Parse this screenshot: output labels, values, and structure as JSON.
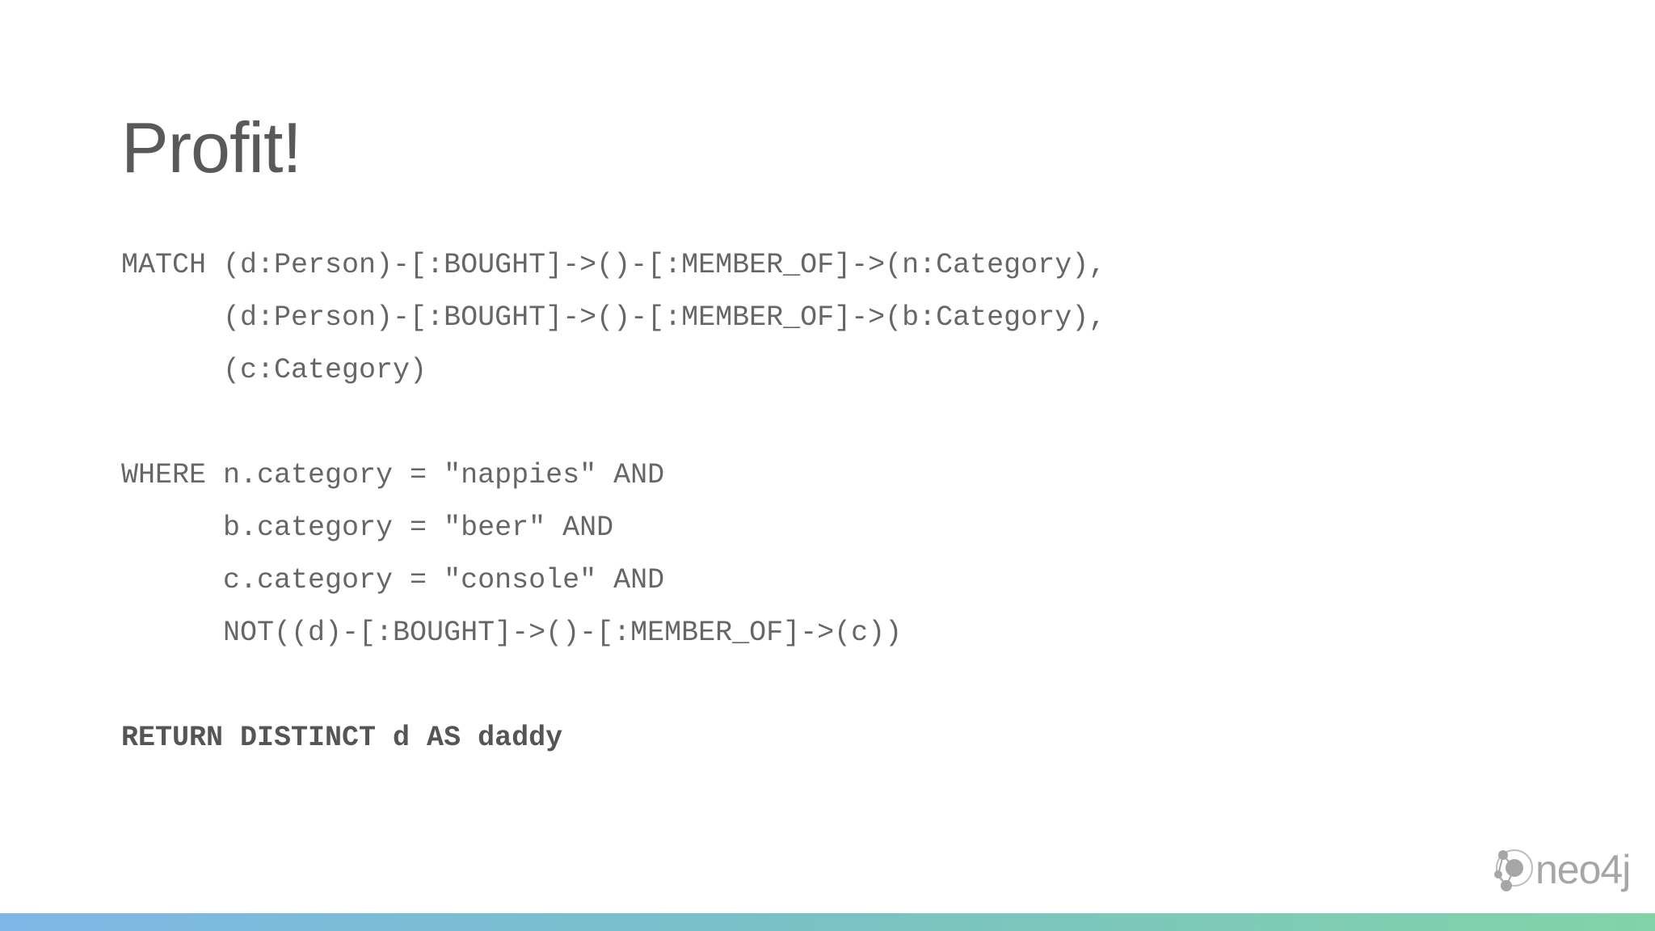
{
  "slide": {
    "title": "Profit!",
    "code": {
      "match": [
        "MATCH (d:Person)-[:BOUGHT]->()-[:MEMBER_OF]->(n:Category),",
        "      (d:Person)-[:BOUGHT]->()-[:MEMBER_OF]->(b:Category),",
        "      (c:Category)"
      ],
      "where": [
        "WHERE n.category = \"nappies\" AND",
        "      b.category = \"beer\" AND",
        "      c.category = \"console\" AND",
        "      NOT((d)-[:BOUGHT]->()-[:MEMBER_OF]->(c))"
      ],
      "return_line": "RETURN DISTINCT d AS daddy"
    },
    "logo": {
      "text": "neo4j",
      "icon": "neo4j-graph-icon"
    }
  },
  "colors": {
    "title": "#595959",
    "code": "#666666",
    "logo": "#a6a6a6",
    "footer_gradient": [
      "#7fb6e6",
      "#79c0c7",
      "#82d3a8"
    ]
  }
}
